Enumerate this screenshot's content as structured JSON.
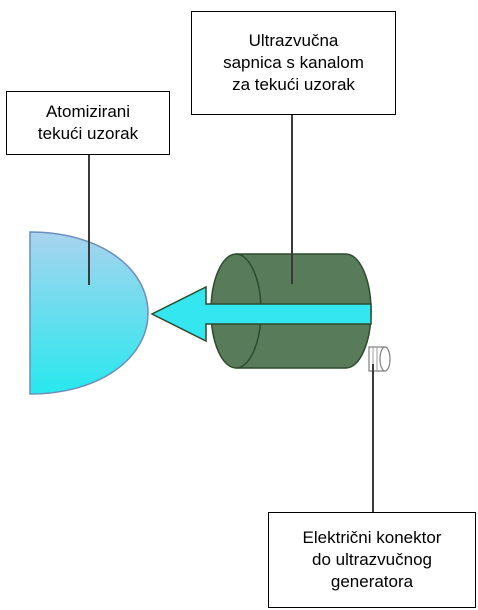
{
  "labels": {
    "sample": [
      "Atomizirani",
      "tekući uzorak"
    ],
    "nozzle": [
      "Ultrazvučna",
      "sapnica s kanalom",
      "za tekući uzorak"
    ],
    "connector": [
      "Električni konektor",
      "do ultrazvučnog",
      "generatora"
    ]
  },
  "colors": {
    "nozzle_fill": "#587b5a",
    "nozzle_stroke": "#2d4b2e",
    "arrow_fill": "#33e6f0",
    "spray_gradient_top": "#a9d3ee",
    "spray_gradient_bottom": "#27e8ee",
    "spray_stroke": "#6c8ebf"
  },
  "icons": {
    "nozzle": "cylinder-icon",
    "arrow": "left-arrow-icon",
    "spray": "spray-cone-icon",
    "connector": "connector-plug-icon"
  }
}
